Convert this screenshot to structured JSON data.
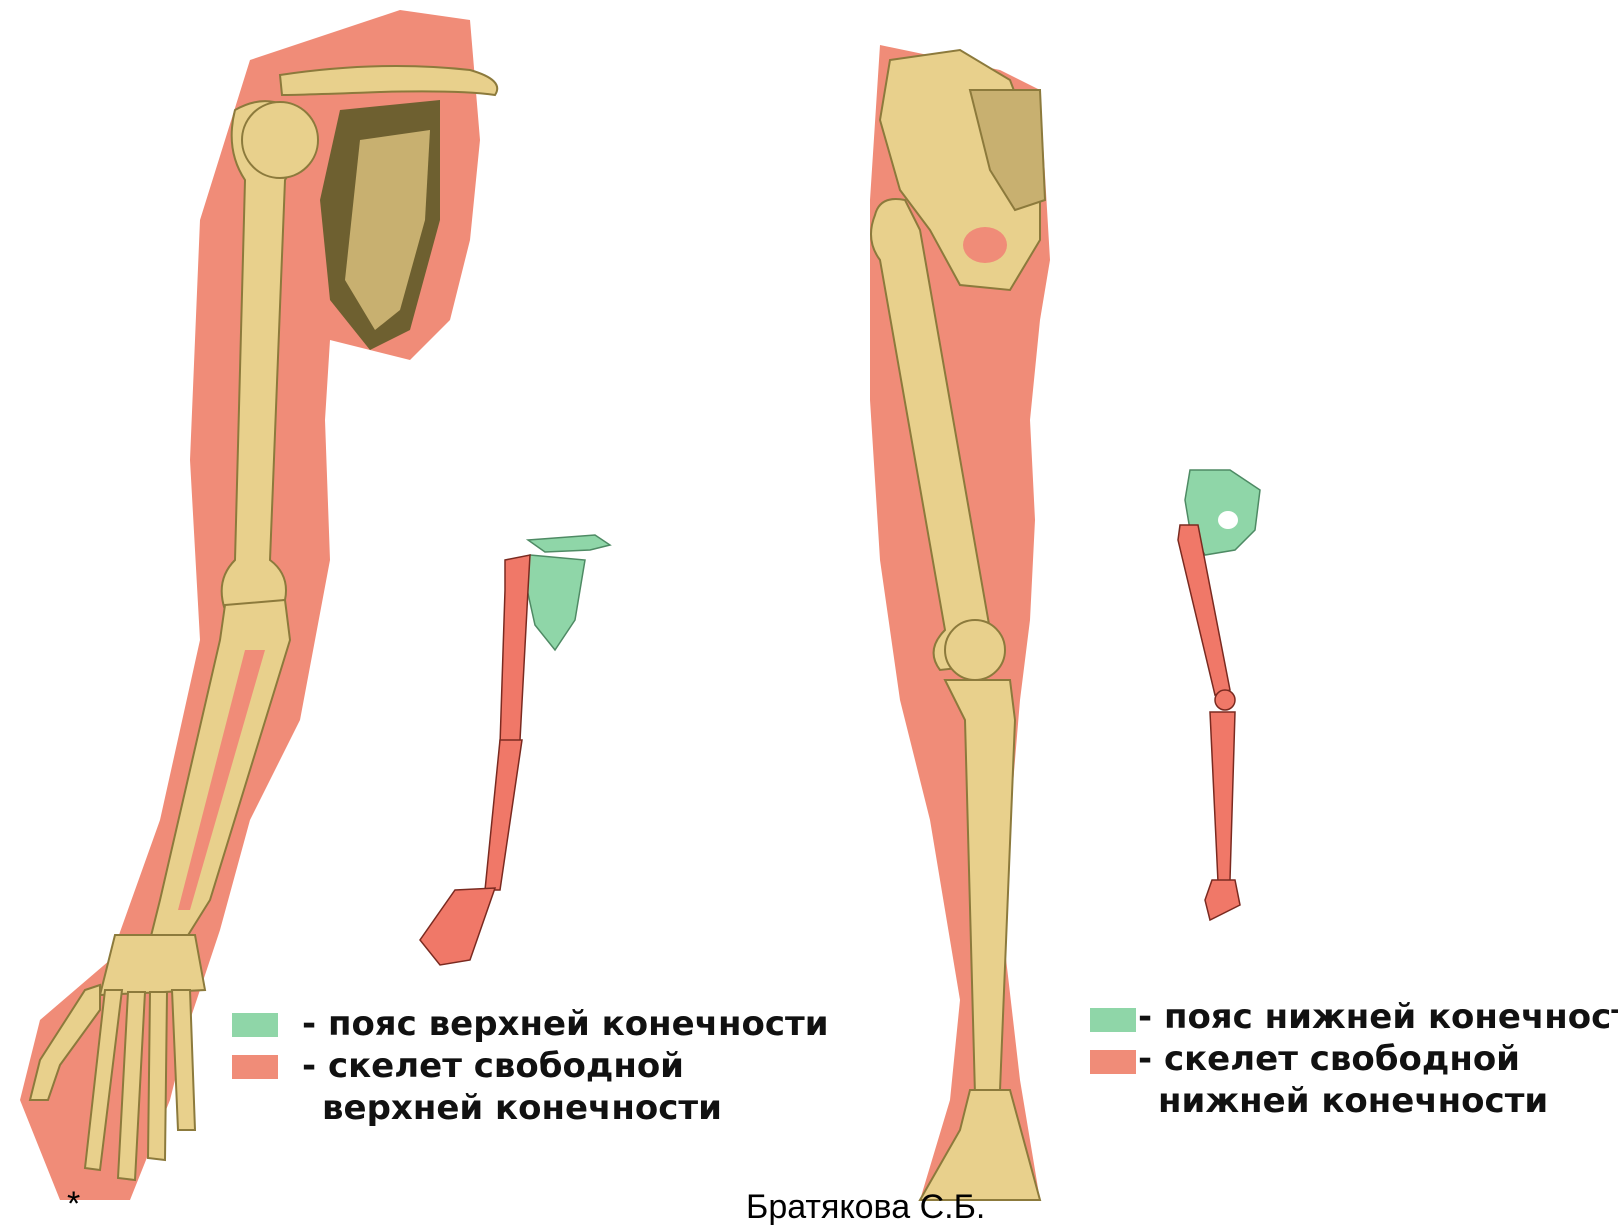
{
  "colors": {
    "flesh": "#F08C78",
    "bone": "#E8D08C",
    "bone_shadow": "#8C7A3C",
    "girdle_green": "#8FD6A8",
    "free_limb_red": "#F07868",
    "swatch_green": "#8FD6A8",
    "swatch_red": "#F08C78"
  },
  "legend_upper": {
    "girdle_label": "- пояс верхней конечности",
    "free_line1": "- скелет свободной",
    "free_line2": "верхней конечности"
  },
  "legend_lower": {
    "girdle_label": "- пояс нижней конечности",
    "free_line1": "- скелет свободной",
    "free_line2": "нижней конечности"
  },
  "footer": {
    "asterisk": "*",
    "author": "Братякова С.Б."
  }
}
